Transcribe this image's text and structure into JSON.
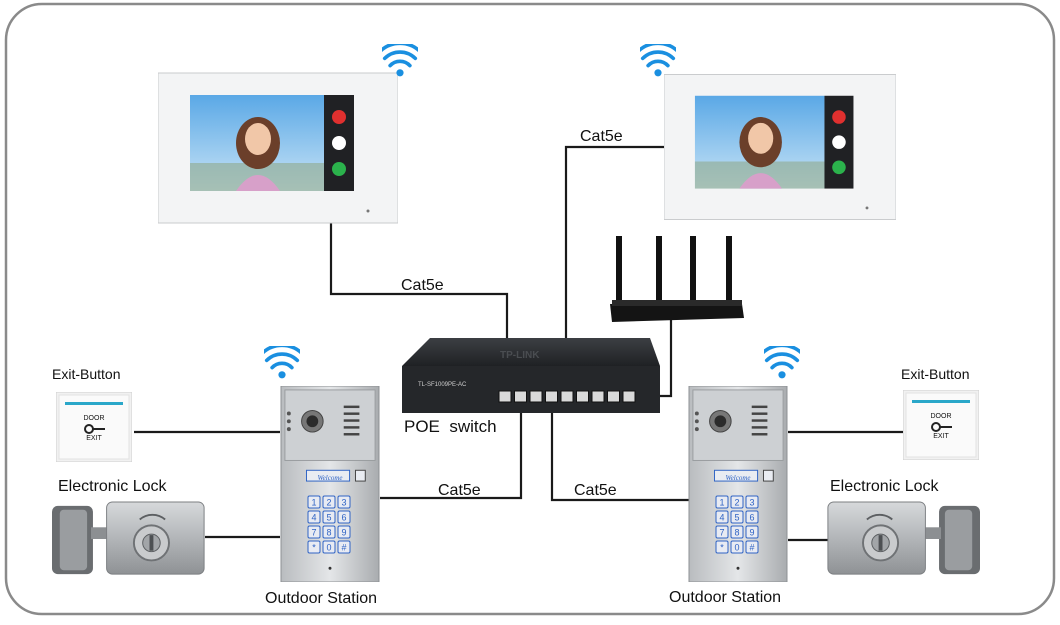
{
  "labels": {
    "cat5e_top": "Cat5e",
    "cat5e_left": "Cat5e",
    "cat5e_bottom_left": "Cat5e",
    "cat5e_bottom_right": "Cat5e",
    "poe_switch": "POE  switch",
    "exit_button_left": "Exit-Button",
    "exit_button_right": "Exit-Button",
    "electronic_lock_left": "Electronic Lock",
    "electronic_lock_right": "Electronic Lock",
    "outdoor_station_left": "Outdoor Station",
    "outdoor_station_right": "Outdoor Station"
  },
  "exit_button_face": {
    "line1": "DOOR",
    "line2": "EXIT"
  },
  "outdoor_station_face": {
    "welcome": "Welcome"
  },
  "keypad": [
    "1",
    "2",
    "3",
    "4",
    "5",
    "6",
    "7",
    "8",
    "9",
    "*",
    "0",
    "#"
  ],
  "switch_face": {
    "brand": "TP-LINK",
    "model": "TL-SF1009PE-AC"
  },
  "colors": {
    "wifi": "#1a8fe0",
    "wire": "#1a1a1a",
    "border": "#8a8a8a",
    "keypad_blue": "#2f63c4",
    "call_red": "#e0302f",
    "call_green": "#2bb24c"
  }
}
